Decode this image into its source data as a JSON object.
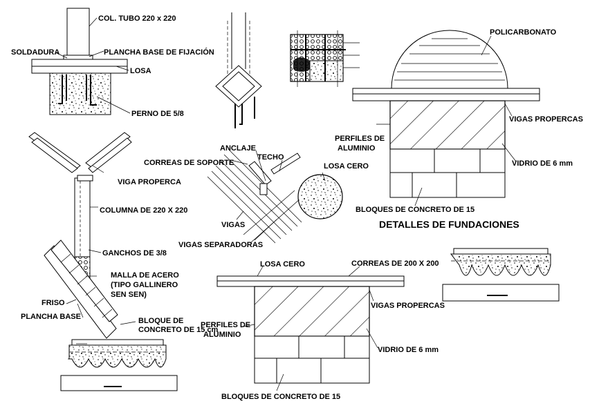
{
  "labels": {
    "col_tubo": "COL. TUBO 220 x 220",
    "soldadura": "SOLDADURA",
    "plancha_base_fijacion": "PLANCHA BASE DE FIJACIÓN",
    "losa": "LOSA",
    "perno": "PERNO DE 5/8",
    "correas_soporte": "CORREAS DE SOPORTE",
    "anclaje": "ANCLAJE",
    "techo": "TECHO",
    "losa_cero_circle": "LOSA CERO",
    "viga_properca": "VIGA PROPERCA",
    "columna": "COLUMNA DE 220 X 220",
    "vigas": "VIGAS",
    "vigas_separadoras": "VIGAS SEPARADORAS",
    "ganchos": "GANCHOS DE 3/8",
    "malla_1": "MALLA DE ACERO",
    "malla_2": "(TIPO GALLINERO",
    "malla_3": "SEN SEN)",
    "friso": "FRISO",
    "plancha_base": "PLANCHA BASE",
    "bloque_1": "BLOQUE DE",
    "bloque_2": "CONCRETO DE 15 cm",
    "policarbonato": "POLICARBONATO",
    "vigas_propercas_top": "VIGAS PROPERCAS",
    "perfiles_top_1": "PERFILES DE",
    "perfiles_top_2": "ALUMINIO",
    "vidrio_top": "VIDRIO DE 6 mm",
    "bloques_top": "BLOQUES DE CONCRETO DE 15",
    "title": "DETALLES DE  FUNDACIONES",
    "losa_cero_bottom": "LOSA CERO",
    "correas_200": "CORREAS DE 200 X 200",
    "vigas_propercas_bottom": "VIGAS PROPERCAS",
    "perfiles_bottom_1": "PERFILES DE",
    "perfiles_bottom_2": "ALUMINIO",
    "vidrio_bottom": "VIDRIO DE 6 mm",
    "bloques_bottom": "BLOQUES DE CONCRETO DE 15"
  }
}
